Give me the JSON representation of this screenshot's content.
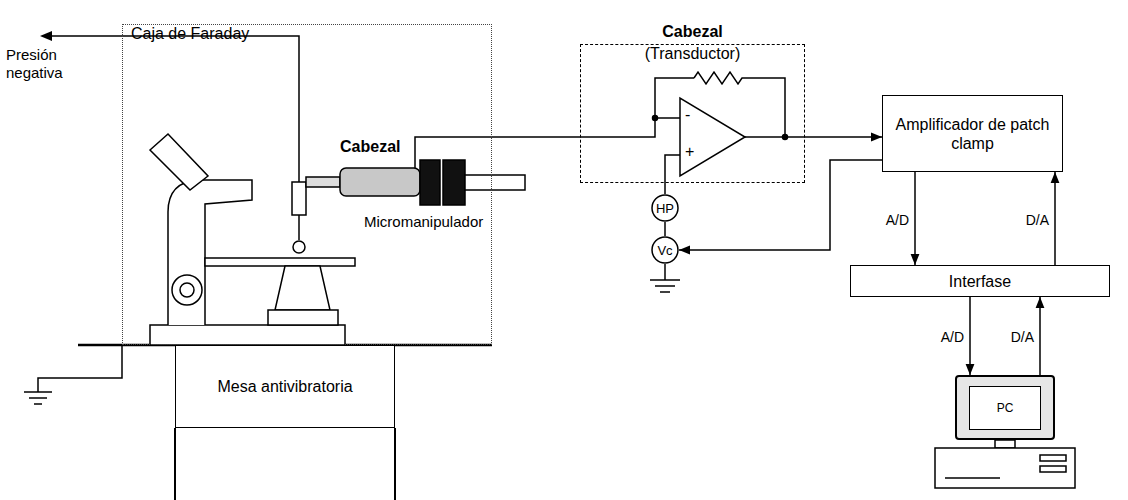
{
  "diagram": {
    "nodes": [
      {
        "text": [
          "Caja de Faraday"
        ]
      },
      {
        "text": [
          "Mesa antivibratoria"
        ]
      },
      {
        "text": [
          "Cabezal",
          "(Transductor)"
        ]
      },
      {
        "text": [
          "HP"
        ]
      },
      {
        "text": [
          "Vc"
        ]
      },
      {
        "text": [
          "Amplificador de patch clamp"
        ]
      },
      {
        "text": [
          "Interfase"
        ]
      },
      {
        "text": [
          "PC"
        ]
      }
    ],
    "edges": [
      {
        "from": 2,
        "to": 5,
        "arrow": "to"
      },
      {
        "from": 5,
        "to": 4,
        "arrow": "to"
      },
      {
        "from": 3,
        "to": 2,
        "arrow": "none"
      },
      {
        "from": 3,
        "to": 4,
        "arrow": "none"
      },
      {
        "from": 5,
        "to": 6,
        "label": "A/D",
        "arrow": "to"
      },
      {
        "from": 6,
        "to": 5,
        "label": "D/A",
        "arrow": "to"
      },
      {
        "from": 6,
        "to": 7,
        "label": "A/D",
        "arrow": "to"
      },
      {
        "from": 7,
        "to": 6,
        "label": "D/A",
        "arrow": "to"
      }
    ],
    "labels": [
      "Presión negativa",
      "Cabezal",
      "Micromanipulador",
      "-",
      "+"
    ]
  }
}
